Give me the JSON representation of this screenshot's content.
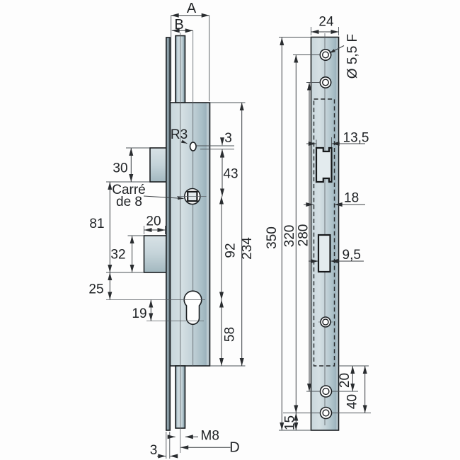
{
  "drawing_type": "lock-case technical drawing, side view and faceplate front view",
  "side_view": {
    "dim_a": "A",
    "dim_b": "B",
    "radius_label": "R3",
    "top_offset": "3",
    "latch_height": "30",
    "square_note_1": "Carré",
    "square_note_2": "de 8",
    "latch_to_bolt": "81",
    "bolt_depth": "20",
    "bolt_height": "32",
    "bolt_to_axis": "25",
    "cylinder_drop": "19",
    "follower_offset": "43",
    "axis_distance": "92",
    "cylinder_to_edge": "58",
    "case_height": "234",
    "faceplate_thickness": "3",
    "spindle_thread": "M8",
    "dim_d": "D"
  },
  "front_view": {
    "plate_width": "24",
    "screw_hole_spec": "Ø 5,5 F",
    "latch_cutout_width": "13,5",
    "case_width": "18",
    "bolt_slot_width": "9,5",
    "plate_height": "350",
    "outer_hole_span": "320",
    "inner_hole_span": "280",
    "upper_hole_offset": "20",
    "lower_hole_offset": "40",
    "bottom_margin": "15"
  },
  "colors": {
    "background": "#fdfdfd",
    "metal_light": "#d4dfe3",
    "metal_mid": "#c3d2d8",
    "metal_dark": "#8aa0ab",
    "outline": "#1b1f22",
    "dim_line": "#3a3e42",
    "text": "#202326"
  }
}
